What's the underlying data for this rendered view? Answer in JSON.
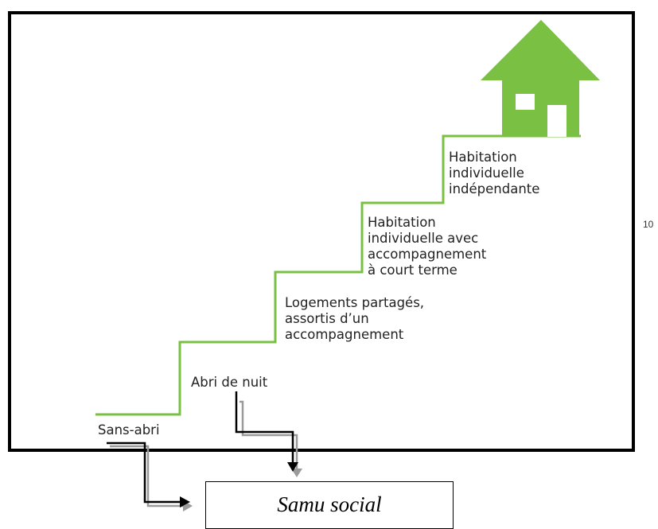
{
  "steps": [
    {
      "label": "Sans-abri"
    },
    {
      "label": "Abri de nuit"
    },
    {
      "label": "Logements partagés,\nassortis d’un\naccompagnement"
    },
    {
      "label": "Habitation\nindividuelle avec\naccompagnement\nà court terme"
    },
    {
      "label": "Habitation\nindividuelle\nindépendante"
    }
  ],
  "page_number": "10",
  "samu_box": {
    "label": "Samu social"
  },
  "colors": {
    "stair": "#7ac143",
    "house": "#7ac143",
    "frame": "#000000",
    "arrow": "#000000",
    "arrow_shadow": "#9a9a9a"
  },
  "icons": {
    "house": "house-icon"
  }
}
